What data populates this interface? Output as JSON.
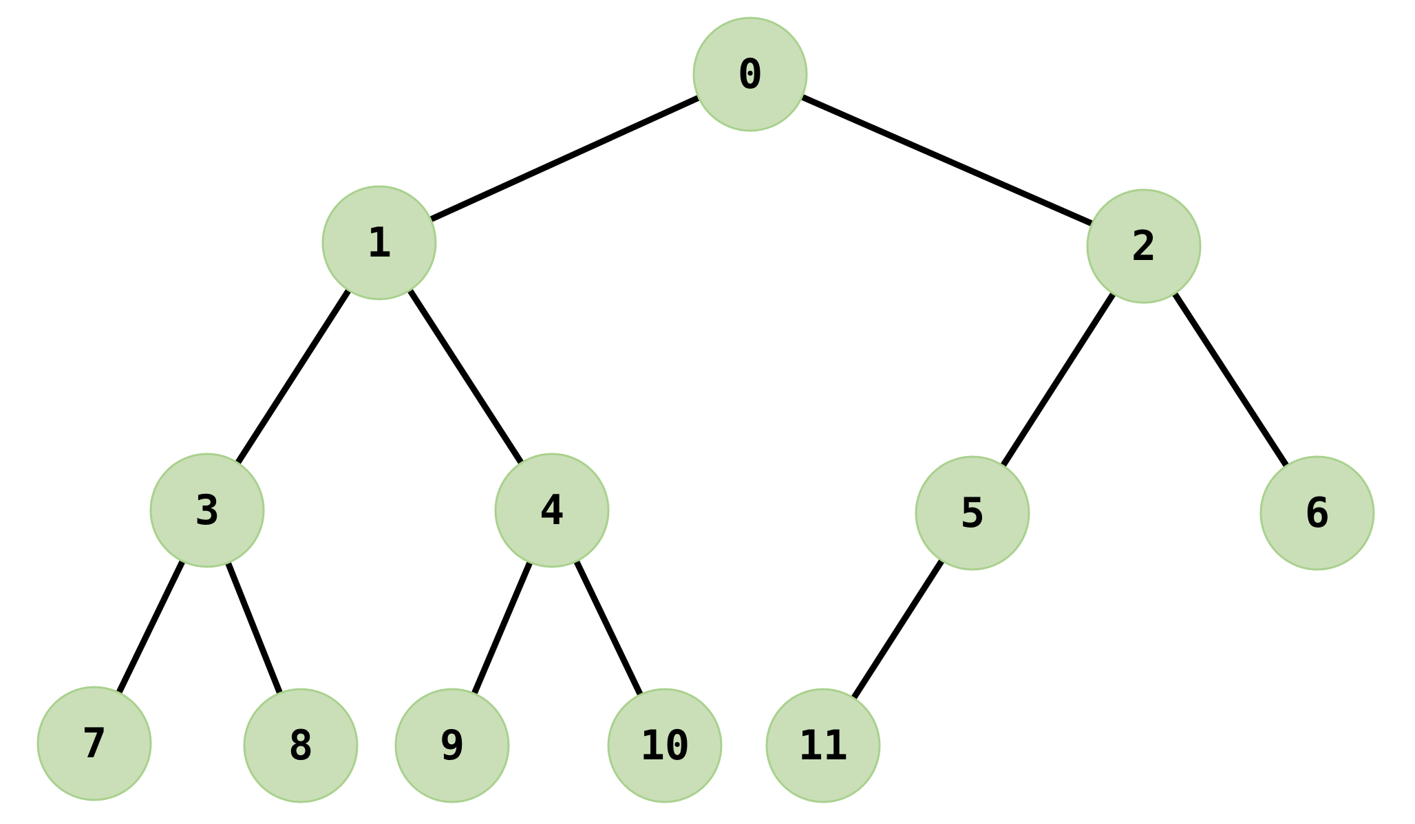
{
  "tree": {
    "colors": {
      "node_fill": "#cadfb8",
      "node_stroke": "#a9d18e",
      "edge": "#000000",
      "label": "#000000"
    },
    "nodes": [
      {
        "id": 0,
        "label": "0"
      },
      {
        "id": 1,
        "label": "1"
      },
      {
        "id": 2,
        "label": "2"
      },
      {
        "id": 3,
        "label": "3"
      },
      {
        "id": 4,
        "label": "4"
      },
      {
        "id": 5,
        "label": "5"
      },
      {
        "id": 6,
        "label": "6"
      },
      {
        "id": 7,
        "label": "7"
      },
      {
        "id": 8,
        "label": "8"
      },
      {
        "id": 9,
        "label": "9"
      },
      {
        "id": 10,
        "label": "10"
      },
      {
        "id": 11,
        "label": "11"
      }
    ],
    "edges": [
      {
        "from": 0,
        "to": 1
      },
      {
        "from": 0,
        "to": 2
      },
      {
        "from": 1,
        "to": 3
      },
      {
        "from": 1,
        "to": 4
      },
      {
        "from": 2,
        "to": 5
      },
      {
        "from": 2,
        "to": 6
      },
      {
        "from": 3,
        "to": 7
      },
      {
        "from": 3,
        "to": 8
      },
      {
        "from": 4,
        "to": 9
      },
      {
        "from": 4,
        "to": 10
      },
      {
        "from": 5,
        "to": 11
      }
    ]
  }
}
